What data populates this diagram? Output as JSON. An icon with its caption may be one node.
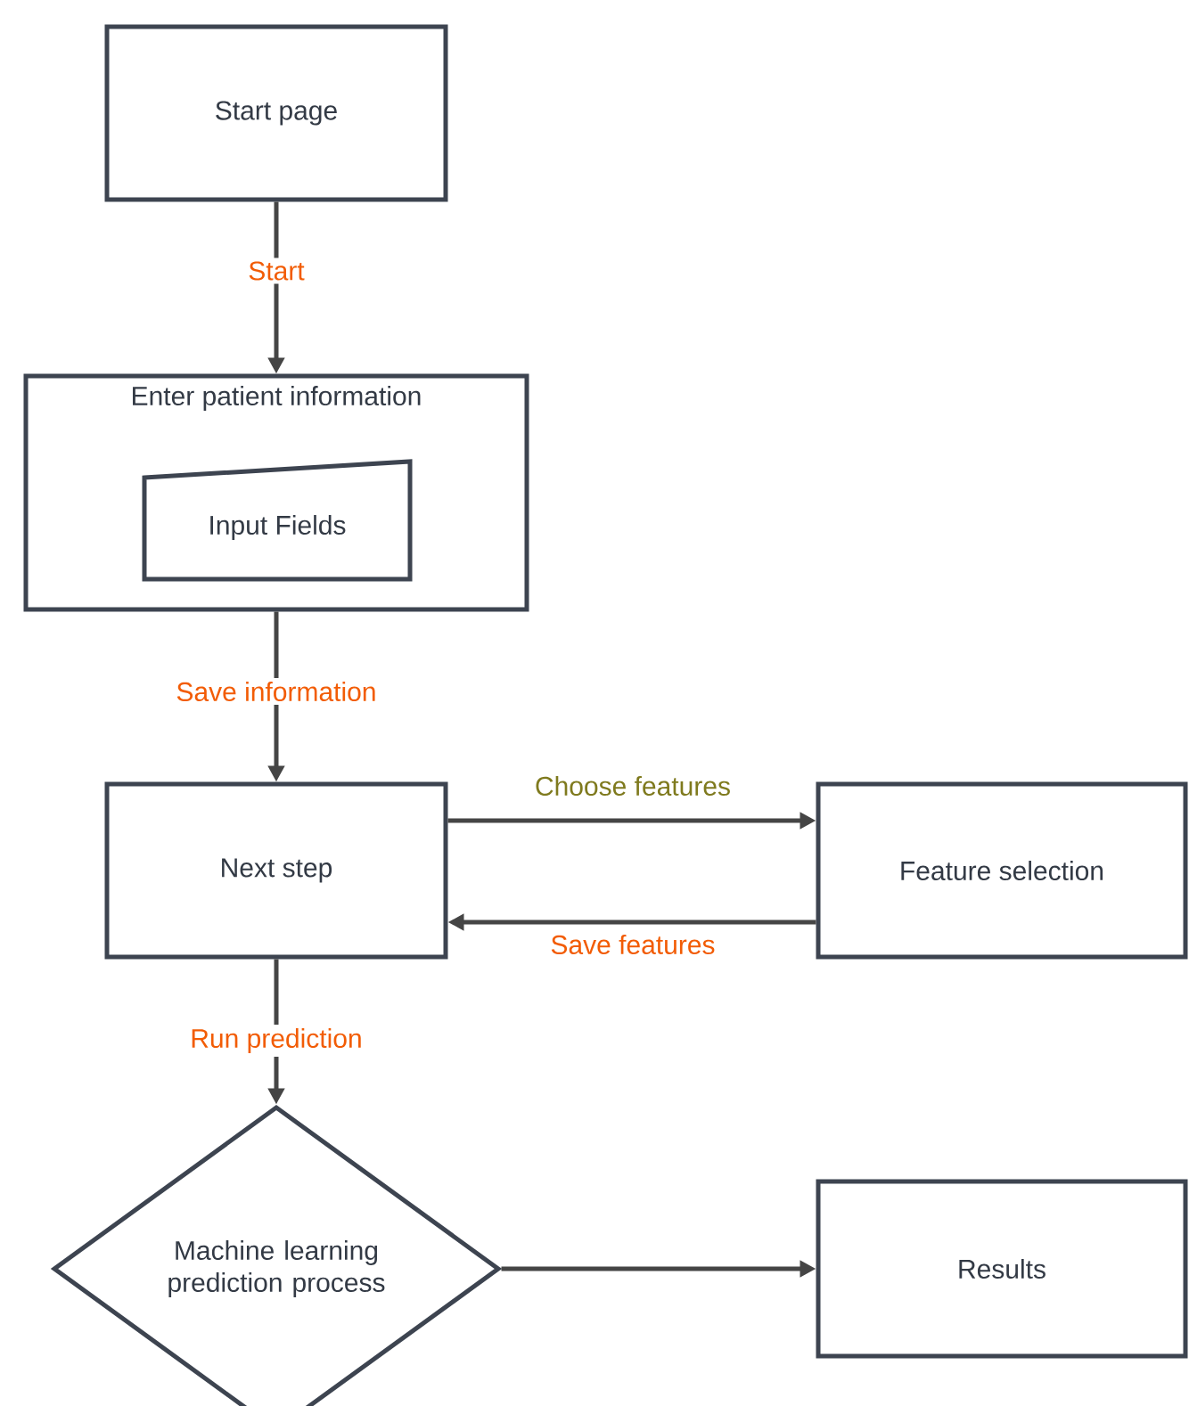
{
  "diagram": {
    "nodes": [
      {
        "text": [
          "Start page"
        ]
      },
      {
        "text": [
          "Enter patient information"
        ]
      },
      {
        "text": [
          "Input Fields"
        ],
        "in": 1
      },
      {
        "text": [
          "Next step"
        ]
      },
      {
        "text": [
          "Feature selection"
        ]
      },
      {
        "text": [
          "Machine learning prediction process"
        ]
      },
      {
        "text": [
          "Results"
        ]
      }
    ],
    "edges": [
      {
        "from": 0,
        "to": 1,
        "arrow": "to",
        "label": "Start"
      },
      {
        "from": 1,
        "to": 3,
        "arrow": "to",
        "label": "Save information"
      },
      {
        "from": 3,
        "to": 4,
        "arrow": "to",
        "label": "Choose features"
      },
      {
        "from": 4,
        "to": 3,
        "arrow": "to",
        "label": "Save features"
      },
      {
        "from": 3,
        "to": 5,
        "arrow": "to",
        "label": "Run prediction"
      },
      {
        "from": 5,
        "to": 6,
        "arrow": "to"
      }
    ]
  }
}
